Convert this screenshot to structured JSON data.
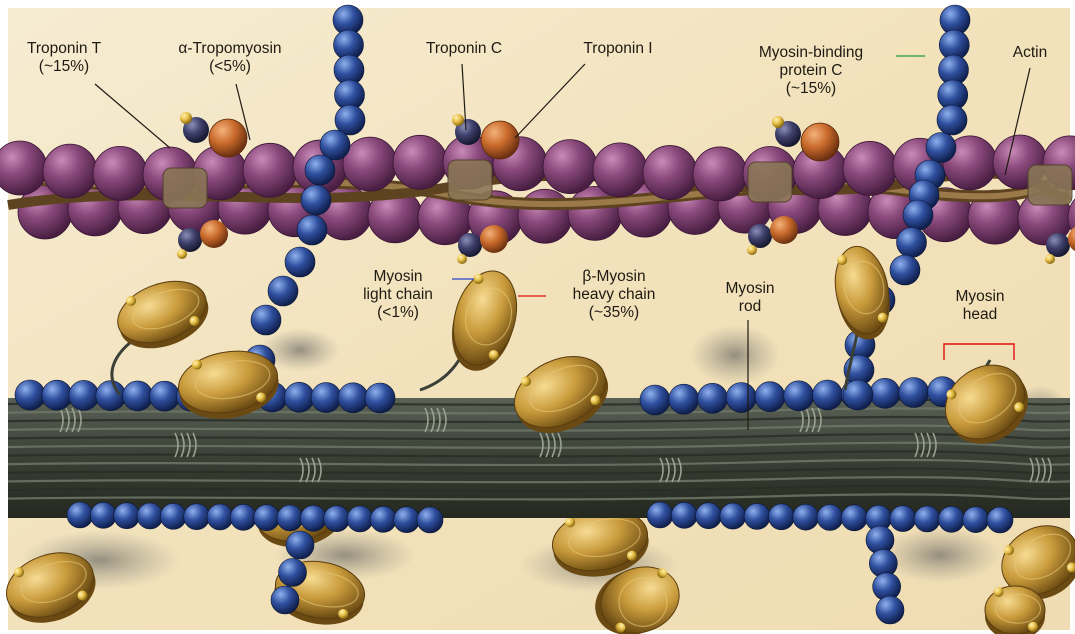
{
  "labels": {
    "troponin_t": {
      "name": "Troponin T",
      "pct": "(~15%)"
    },
    "tropomyosin": {
      "name": "α-Tropomyosin",
      "pct": "(<5%)"
    },
    "troponin_c": {
      "name": "Troponin C"
    },
    "troponin_i": {
      "name": "Troponin I"
    },
    "mybpc": {
      "line1": "Myosin-binding",
      "line2": "protein C",
      "pct": "(~15%)"
    },
    "actin": {
      "name": "Actin"
    },
    "light_chain": {
      "line1": "Myosin",
      "line2": "light chain",
      "pct": "(<1%)"
    },
    "heavy_chain": {
      "line1": "β-Myosin",
      "line2": "heavy chain",
      "pct": "(~35%)"
    },
    "rod": {
      "line1": "Myosin",
      "line2": "rod"
    },
    "head": {
      "line1": "Myosin",
      "line2": "head"
    }
  },
  "colors": {
    "background": "#f3e6c4",
    "actin": "#7b3f6e",
    "troponin_orange": "#c96a2c",
    "myosin_bead": "#2f4f9e",
    "thick_filament": "#3c4238",
    "myosin_head": "#c99b3c",
    "tropomyosin_strand": "#8a6a3a",
    "leader_red": "#e01010",
    "leader_blue": "#2a46c8",
    "leader_green": "#1e9a3a"
  }
}
